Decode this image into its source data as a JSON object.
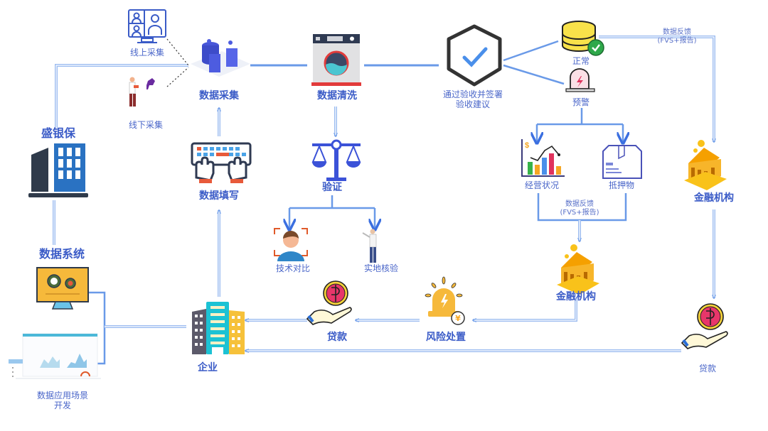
{
  "diagram": {
    "colors": {
      "line": "#6a9ae8",
      "line_light": "#b9d1f6",
      "label": "#3a5bc7",
      "accent_blue": "#2f6fc4",
      "accent_orange": "#f5a623",
      "accent_red": "#e0335d",
      "check_green": "#2ea84a"
    },
    "nodes": {
      "shengyinbao": "盛银保",
      "online_collect": "线上采集",
      "offline_collect": "线下采集",
      "data_collect": "数据采集",
      "data_clean": "数据清洗",
      "approve": "通过验收并签署",
      "approve_line2": "验收建议",
      "normal": "正常",
      "warning": "预警",
      "data_fill": "数据填写",
      "verify": "验证",
      "tech_compare": "技术对比",
      "field_check": "实地核验",
      "operation_status": "经营状况",
      "collateral": "抵押物",
      "feedback_mid": "数据反馈",
      "feedback_mid_sub": "(FVS+报告)",
      "feedback_top": "数据反馈",
      "feedback_top_sub": "(FVS+报告)",
      "fin_inst_right": "金融机构",
      "fin_inst_mid": "金融机构",
      "data_system": "数据系统",
      "app_dev": "数据应用场景",
      "app_dev_line2": "开发",
      "enterprise": "企业",
      "loan_mid": "贷款",
      "risk_handle": "风险处置",
      "loan_right": "贷款"
    },
    "icons": {
      "online_collect": "video-conference-monitor-icon",
      "offline_collect": "person-with-device-icon",
      "data_collect": "database-servers-icon",
      "data_clean": "washing-machine-icon",
      "approve": "shield-check-icon",
      "normal": "coin-stack-check-icon",
      "warning": "alarm-siren-icon",
      "data_fill": "keyboard-typing-icon",
      "verify": "balance-scale-icon",
      "tech_compare": "face-recognition-icon",
      "field_check": "inspector-pointing-icon",
      "operation_status": "bar-chart-icon",
      "collateral": "document-box-icon",
      "fin_inst": "bank-building-icon",
      "shengyinbao": "office-building-icon",
      "data_system": "monitor-gears-icon",
      "app_dev": "dashboard-screen-icon",
      "enterprise": "city-buildings-icon",
      "loan": "hand-coin-icon",
      "risk_handle": "risk-siren-yen-icon"
    }
  }
}
